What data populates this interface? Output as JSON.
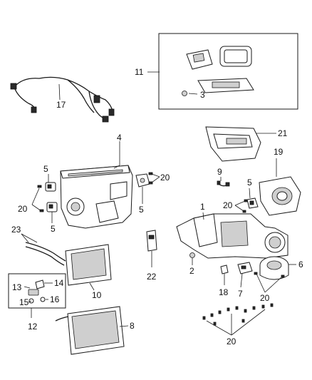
{
  "callouts": {
    "n1": "1",
    "n2": "2",
    "n3": "3",
    "n4": "4",
    "n5a": "5",
    "n5b": "5",
    "n5c": "5",
    "n5d": "5",
    "n6": "6",
    "n7": "7",
    "n8": "8",
    "n9": "9",
    "n10": "10",
    "n11": "11",
    "n12": "12",
    "n13": "13",
    "n14": "14",
    "n15": "15",
    "n16": "16",
    "n17": "17",
    "n18": "18",
    "n19": "19",
    "n20a": "20",
    "n20b": "20",
    "n20c": "20",
    "n20d": "20",
    "n20e": "20",
    "n21": "21",
    "n22": "22",
    "n23": "23"
  }
}
